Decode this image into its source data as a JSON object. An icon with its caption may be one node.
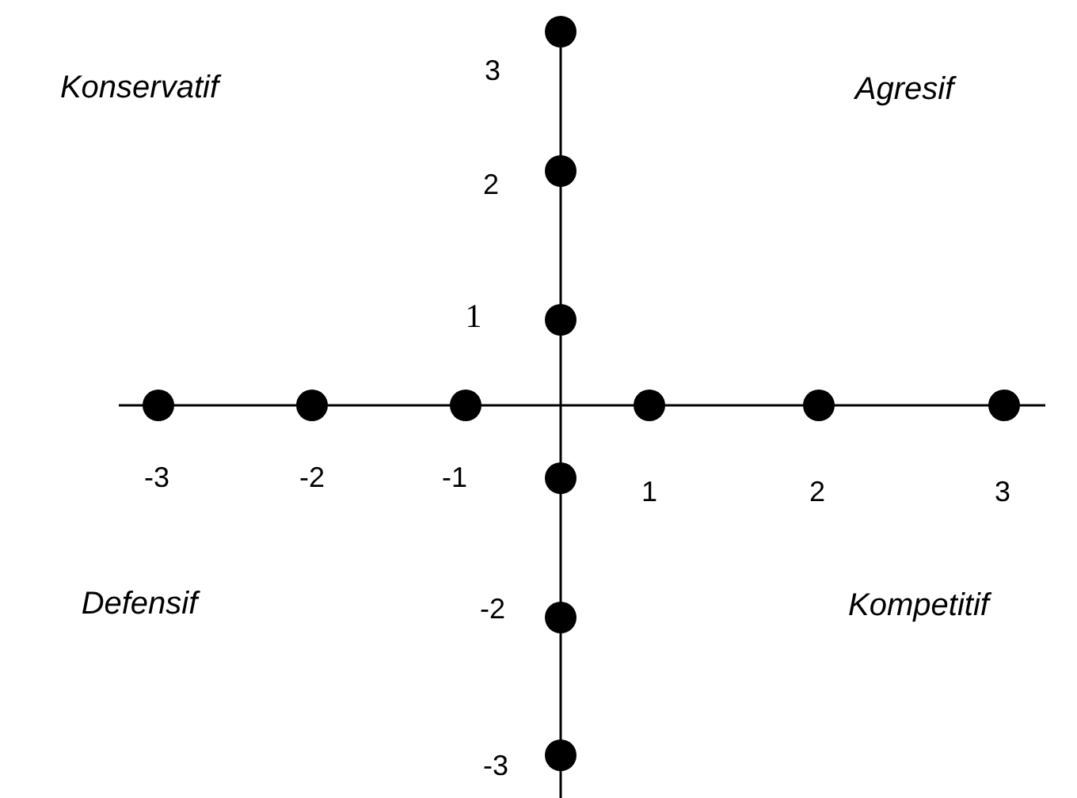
{
  "diagram": {
    "labels": [
      "3",
      "Konservatif",
      "Agresif",
      "2",
      "1",
      "-3",
      "-2",
      "-1",
      "1",
      "2",
      "3",
      "Defensif",
      "-2",
      "Kompetitif",
      "-3"
    ]
  }
}
